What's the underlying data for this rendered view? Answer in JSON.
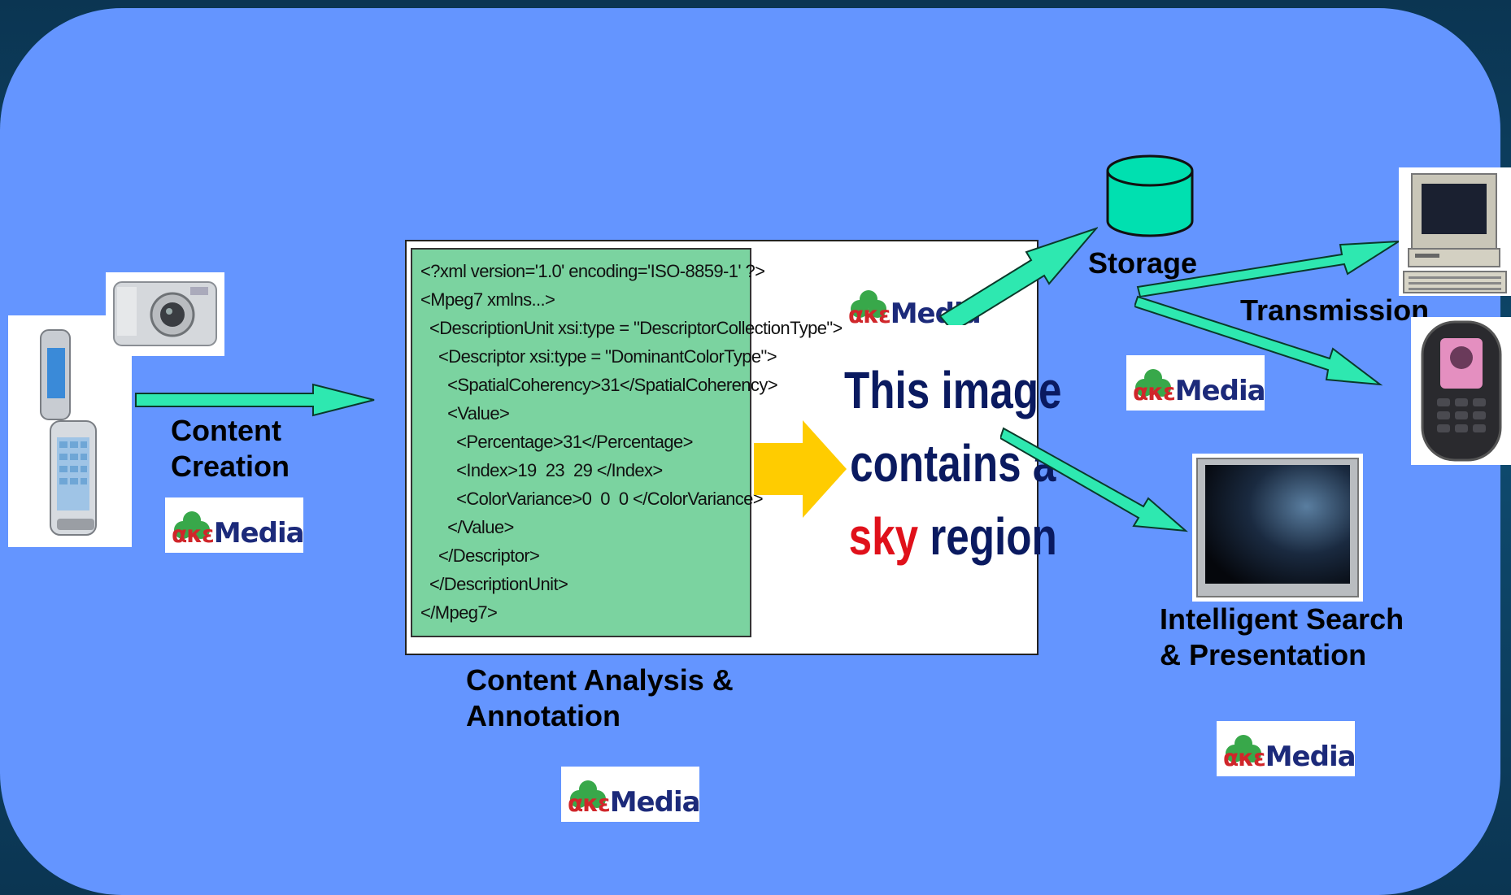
{
  "labels": {
    "content_creation_1": "Content",
    "content_creation_2": "Creation",
    "content_analysis_1": "Content Analysis &",
    "content_analysis_2": "Annotation",
    "storage": "Storage",
    "transmission": "Transmission",
    "intelligent_1": "Intelligent Search",
    "intelligent_2": "& Presentation"
  },
  "xml_lines": [
    "<?xml version='1.0' encoding='ISO-8859-1' ?>",
    "<Mpeg7 xmlns...>",
    "  <DescriptionUnit xsi:type = \"DescriptorCollectionType\">",
    "    <Descriptor xsi:type = \"DominantColorType\">",
    "      <SpatialCoherency>31</SpatialCoherency>",
    "      <Value>",
    "        <Percentage>31</Percentage>",
    "        <Index>19  23  29 </Index>",
    "        <ColorVariance>0  0  0 </ColorVariance>",
    "      </Value>",
    "    </Descriptor>",
    "  </DescriptionUnit>",
    "</Mpeg7>"
  ],
  "result_text": {
    "line1": "This image",
    "line2": "contains a",
    "line3_highlight": "sky",
    "line3_rest": " region"
  },
  "logo": {
    "ace": "ακε",
    "media": "Media"
  },
  "colors": {
    "panel": "#6495ff",
    "arrow": "#2ee8b0",
    "xml_bg": "#7bd3a0",
    "yellow_arrow": "#ffcc00",
    "storage_cylinder": "#00e0b0",
    "highlight_red": "#e0101a",
    "text_navy": "#0a1a60"
  },
  "icons": [
    "phone-icon",
    "camera-icon",
    "storage-cylinder-icon",
    "desktop-computer-icon",
    "mobile-phone-icon",
    "tv-display-icon",
    "acemedia-logo"
  ]
}
